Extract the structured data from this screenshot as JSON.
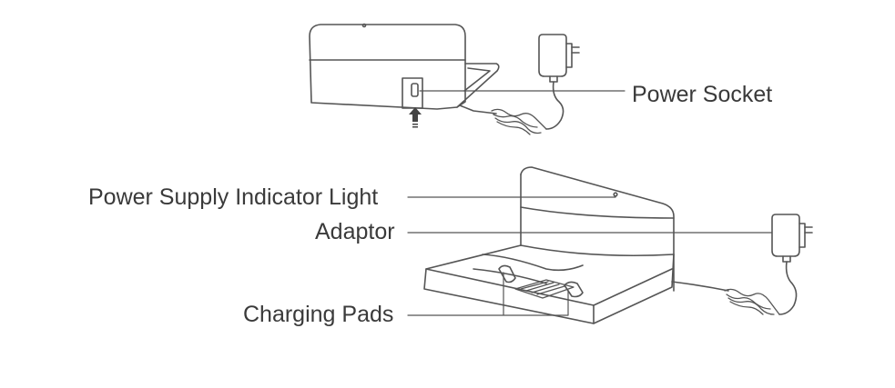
{
  "labels": {
    "power_socket": "Power Socket",
    "power_supply_indicator_light": "Power Supply Indicator Light",
    "adaptor": "Adaptor",
    "charging_pads": "Charging Pads"
  },
  "colors": {
    "line": "#555555",
    "text": "#3a3a3a",
    "background": "#ffffff"
  }
}
